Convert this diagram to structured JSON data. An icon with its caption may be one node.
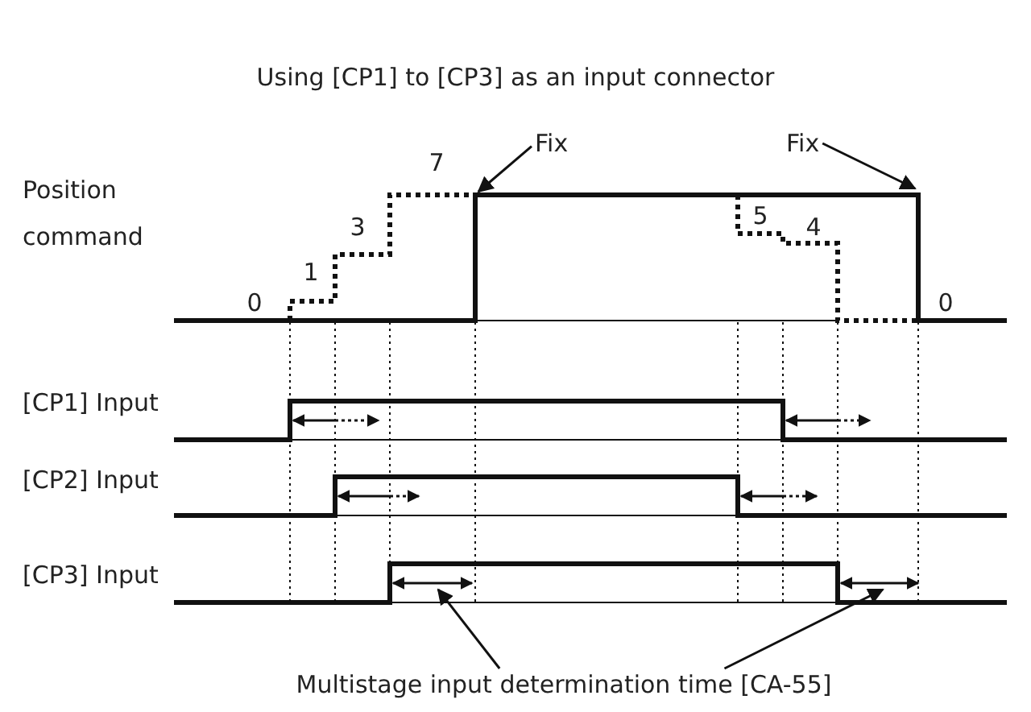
{
  "diagram": {
    "title": "Using [CP1] to [CP3] as an input connector",
    "nodes": [
      {
        "text": [
          "Fix"
        ]
      },
      {
        "text": [
          "Fix"
        ]
      },
      {
        "text": [
          "Multistage input determination time [CA-55]"
        ]
      }
    ],
    "edges": [
      {
        "from": 0,
        "to": null,
        "arrow": "to"
      },
      {
        "from": 1,
        "to": null,
        "arrow": "to"
      },
      {
        "from": 2,
        "to": null,
        "arrow": "to"
      },
      {
        "from": 2,
        "to": null,
        "arrow": "to"
      }
    ],
    "labels": [
      "Position command",
      "0",
      "1",
      "3",
      "7",
      "5",
      "4",
      "0",
      "[CP1] Input",
      "[CP2] Input",
      "[CP3] Input"
    ]
  }
}
